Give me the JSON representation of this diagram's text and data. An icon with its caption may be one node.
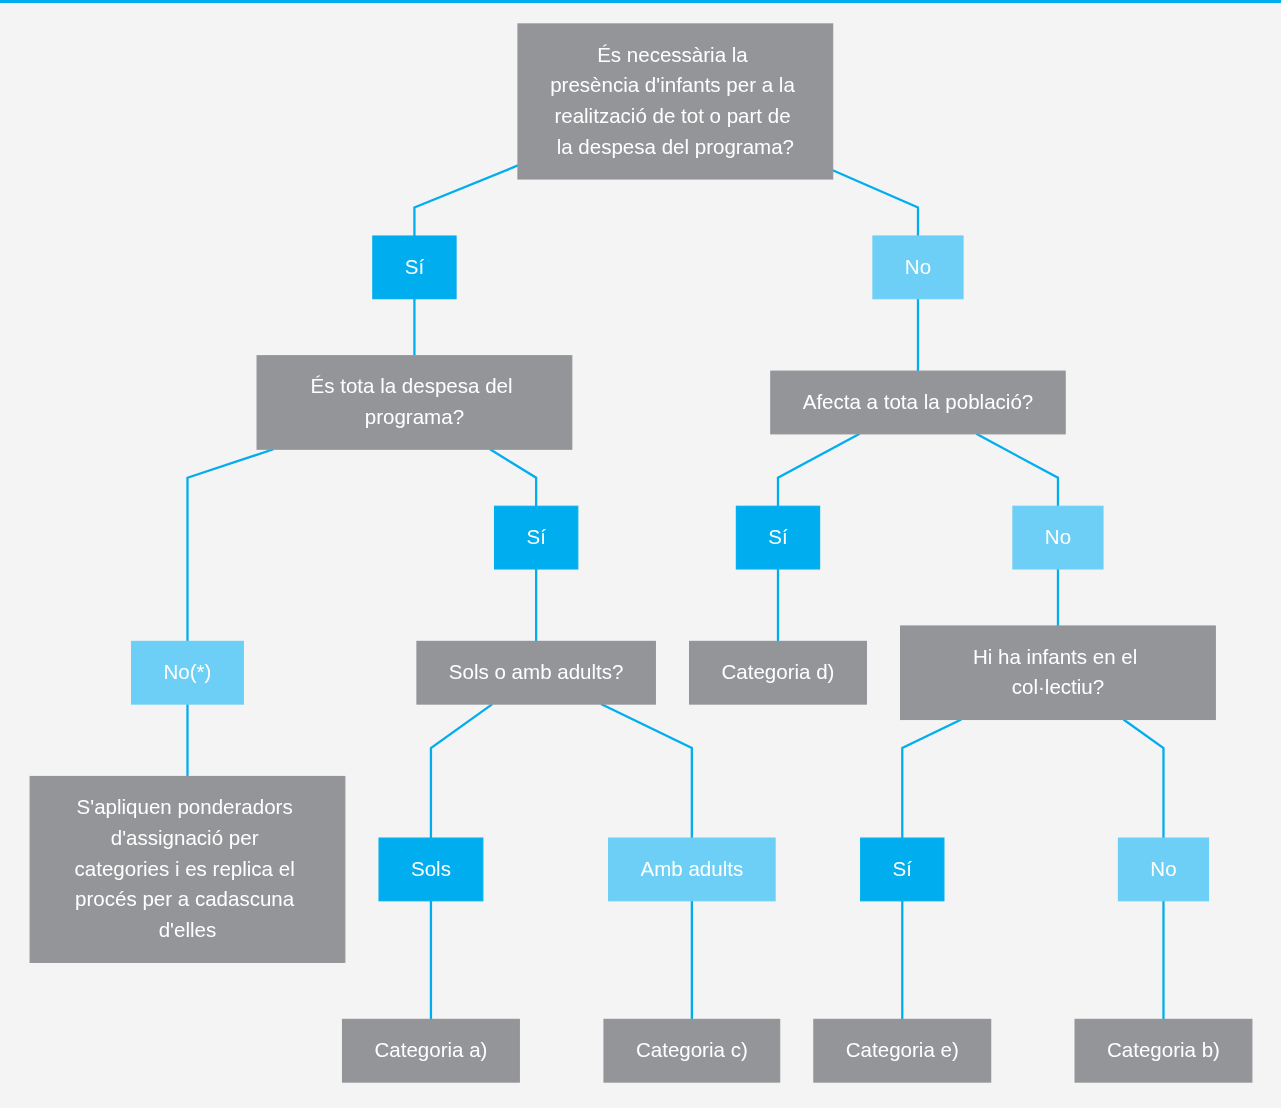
{
  "diagram": {
    "nodes": [
      {
        "text": [
          "És necessària la presència d'infants per a la realització de tot o part de la despesa del programa?"
        ]
      },
      {
        "text": [
          "Sí"
        ]
      },
      {
        "text": [
          "No"
        ]
      },
      {
        "text": [
          "És tota la despesa del programa?"
        ]
      },
      {
        "text": [
          "Afecta a tota la població?"
        ]
      },
      {
        "text": [
          "Sí"
        ]
      },
      {
        "text": [
          "No(*)"
        ]
      },
      {
        "text": [
          "Sí"
        ]
      },
      {
        "text": [
          "No"
        ]
      },
      {
        "text": [
          "Sols o amb adults?"
        ]
      },
      {
        "text": [
          "S'apliquen ponderadors d'assignació per categories i es replica el procés per a cadascuna d'elles"
        ]
      },
      {
        "text": [
          "Categoria d)"
        ]
      },
      {
        "text": [
          "Hi ha infants en el col·lectiu?"
        ]
      },
      {
        "text": [
          "Sols"
        ]
      },
      {
        "text": [
          "Amb adults"
        ]
      },
      {
        "text": [
          "Sí"
        ]
      },
      {
        "text": [
          "No"
        ]
      },
      {
        "text": [
          "Categoria a)"
        ]
      },
      {
        "text": [
          "Categoria c)"
        ]
      },
      {
        "text": [
          "Categoria e)"
        ]
      },
      {
        "text": [
          "Categoria b)"
        ]
      }
    ],
    "edges": [
      {
        "from": 0,
        "to": 1,
        "arrow": "none"
      },
      {
        "from": 0,
        "to": 2,
        "arrow": "none"
      },
      {
        "from": 1,
        "to": 3,
        "arrow": "none"
      },
      {
        "from": 2,
        "to": 4,
        "arrow": "none"
      },
      {
        "from": 3,
        "to": 5,
        "arrow": "none"
      },
      {
        "from": 3,
        "to": 6,
        "arrow": "none"
      },
      {
        "from": 4,
        "to": 7,
        "arrow": "none"
      },
      {
        "from": 4,
        "to": 8,
        "arrow": "none"
      },
      {
        "from": 5,
        "to": 9,
        "arrow": "none"
      },
      {
        "from": 6,
        "to": 10,
        "arrow": "none"
      },
      {
        "from": 7,
        "to": 11,
        "arrow": "none"
      },
      {
        "from": 8,
        "to": 12,
        "arrow": "none"
      },
      {
        "from": 9,
        "to": 13,
        "arrow": "none"
      },
      {
        "from": 9,
        "to": 14,
        "arrow": "none"
      },
      {
        "from": 12,
        "to": 15,
        "arrow": "none"
      },
      {
        "from": 12,
        "to": 16,
        "arrow": "none"
      },
      {
        "from": 13,
        "to": 17,
        "arrow": "none"
      },
      {
        "from": 14,
        "to": 18,
        "arrow": "none"
      },
      {
        "from": 15,
        "to": 19,
        "arrow": "none"
      },
      {
        "from": 16,
        "to": 20,
        "arrow": "none"
      }
    ]
  }
}
